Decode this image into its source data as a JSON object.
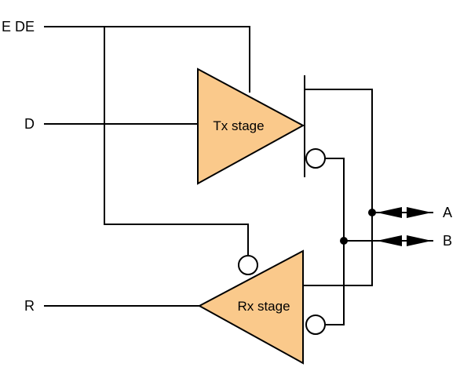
{
  "signals": {
    "de": "E DE",
    "d": "D",
    "r": "R",
    "a": "A",
    "b": "B"
  },
  "stages": {
    "tx": "Tx stage",
    "rx": "Rx stage"
  },
  "colors": {
    "amplifier_fill": "#FAC98B",
    "line": "#000000"
  }
}
